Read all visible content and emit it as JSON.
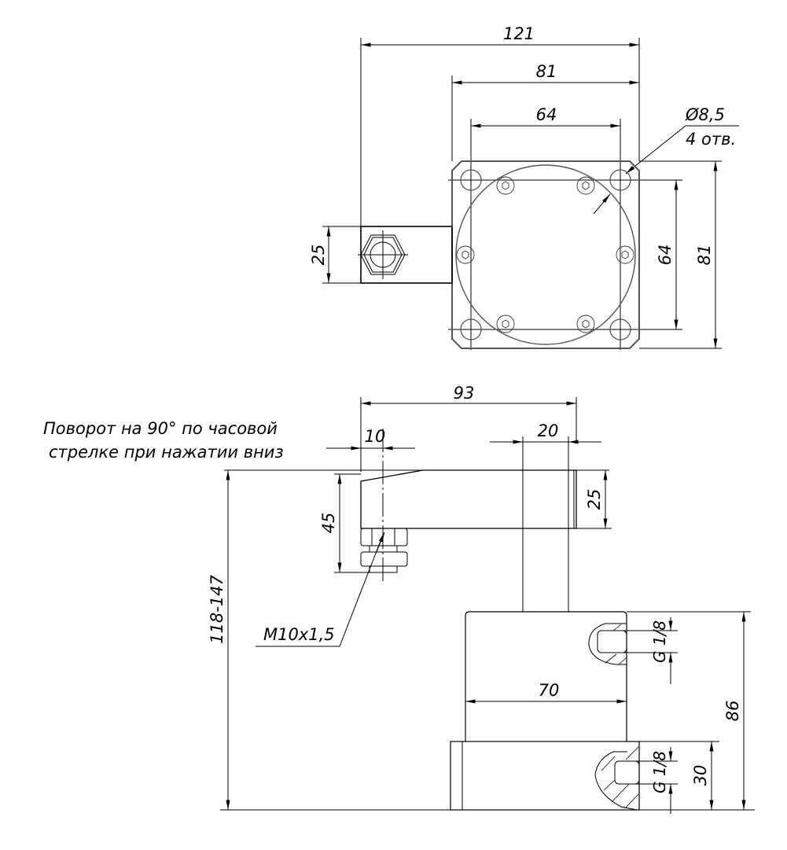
{
  "top_view": {
    "dim_overall_width": "121",
    "dim_plate_width": "81",
    "dim_hole_spacing_x": "64",
    "hole_diameter": "Ø8,5",
    "hole_count": "4 отв.",
    "dim_arm_width": "25",
    "dim_hole_spacing_y": "64",
    "dim_plate_height": "81"
  },
  "side_view": {
    "note_line1": "Поворот на 90° по часовой",
    "note_line2": "стрелке при нажатии вниз",
    "dim_arm_length": "93",
    "dim_bolt_offset": "10",
    "dim_column_width": "20",
    "dim_arm_height": "25",
    "dim_bolt_height": "45",
    "thread_label": "M10x1,5",
    "dim_total_height": "118-147",
    "dim_body_width": "70",
    "port_upper": "G 1/8",
    "port_lower": "G 1/8",
    "dim_body_height": "86",
    "dim_base_height": "30"
  }
}
